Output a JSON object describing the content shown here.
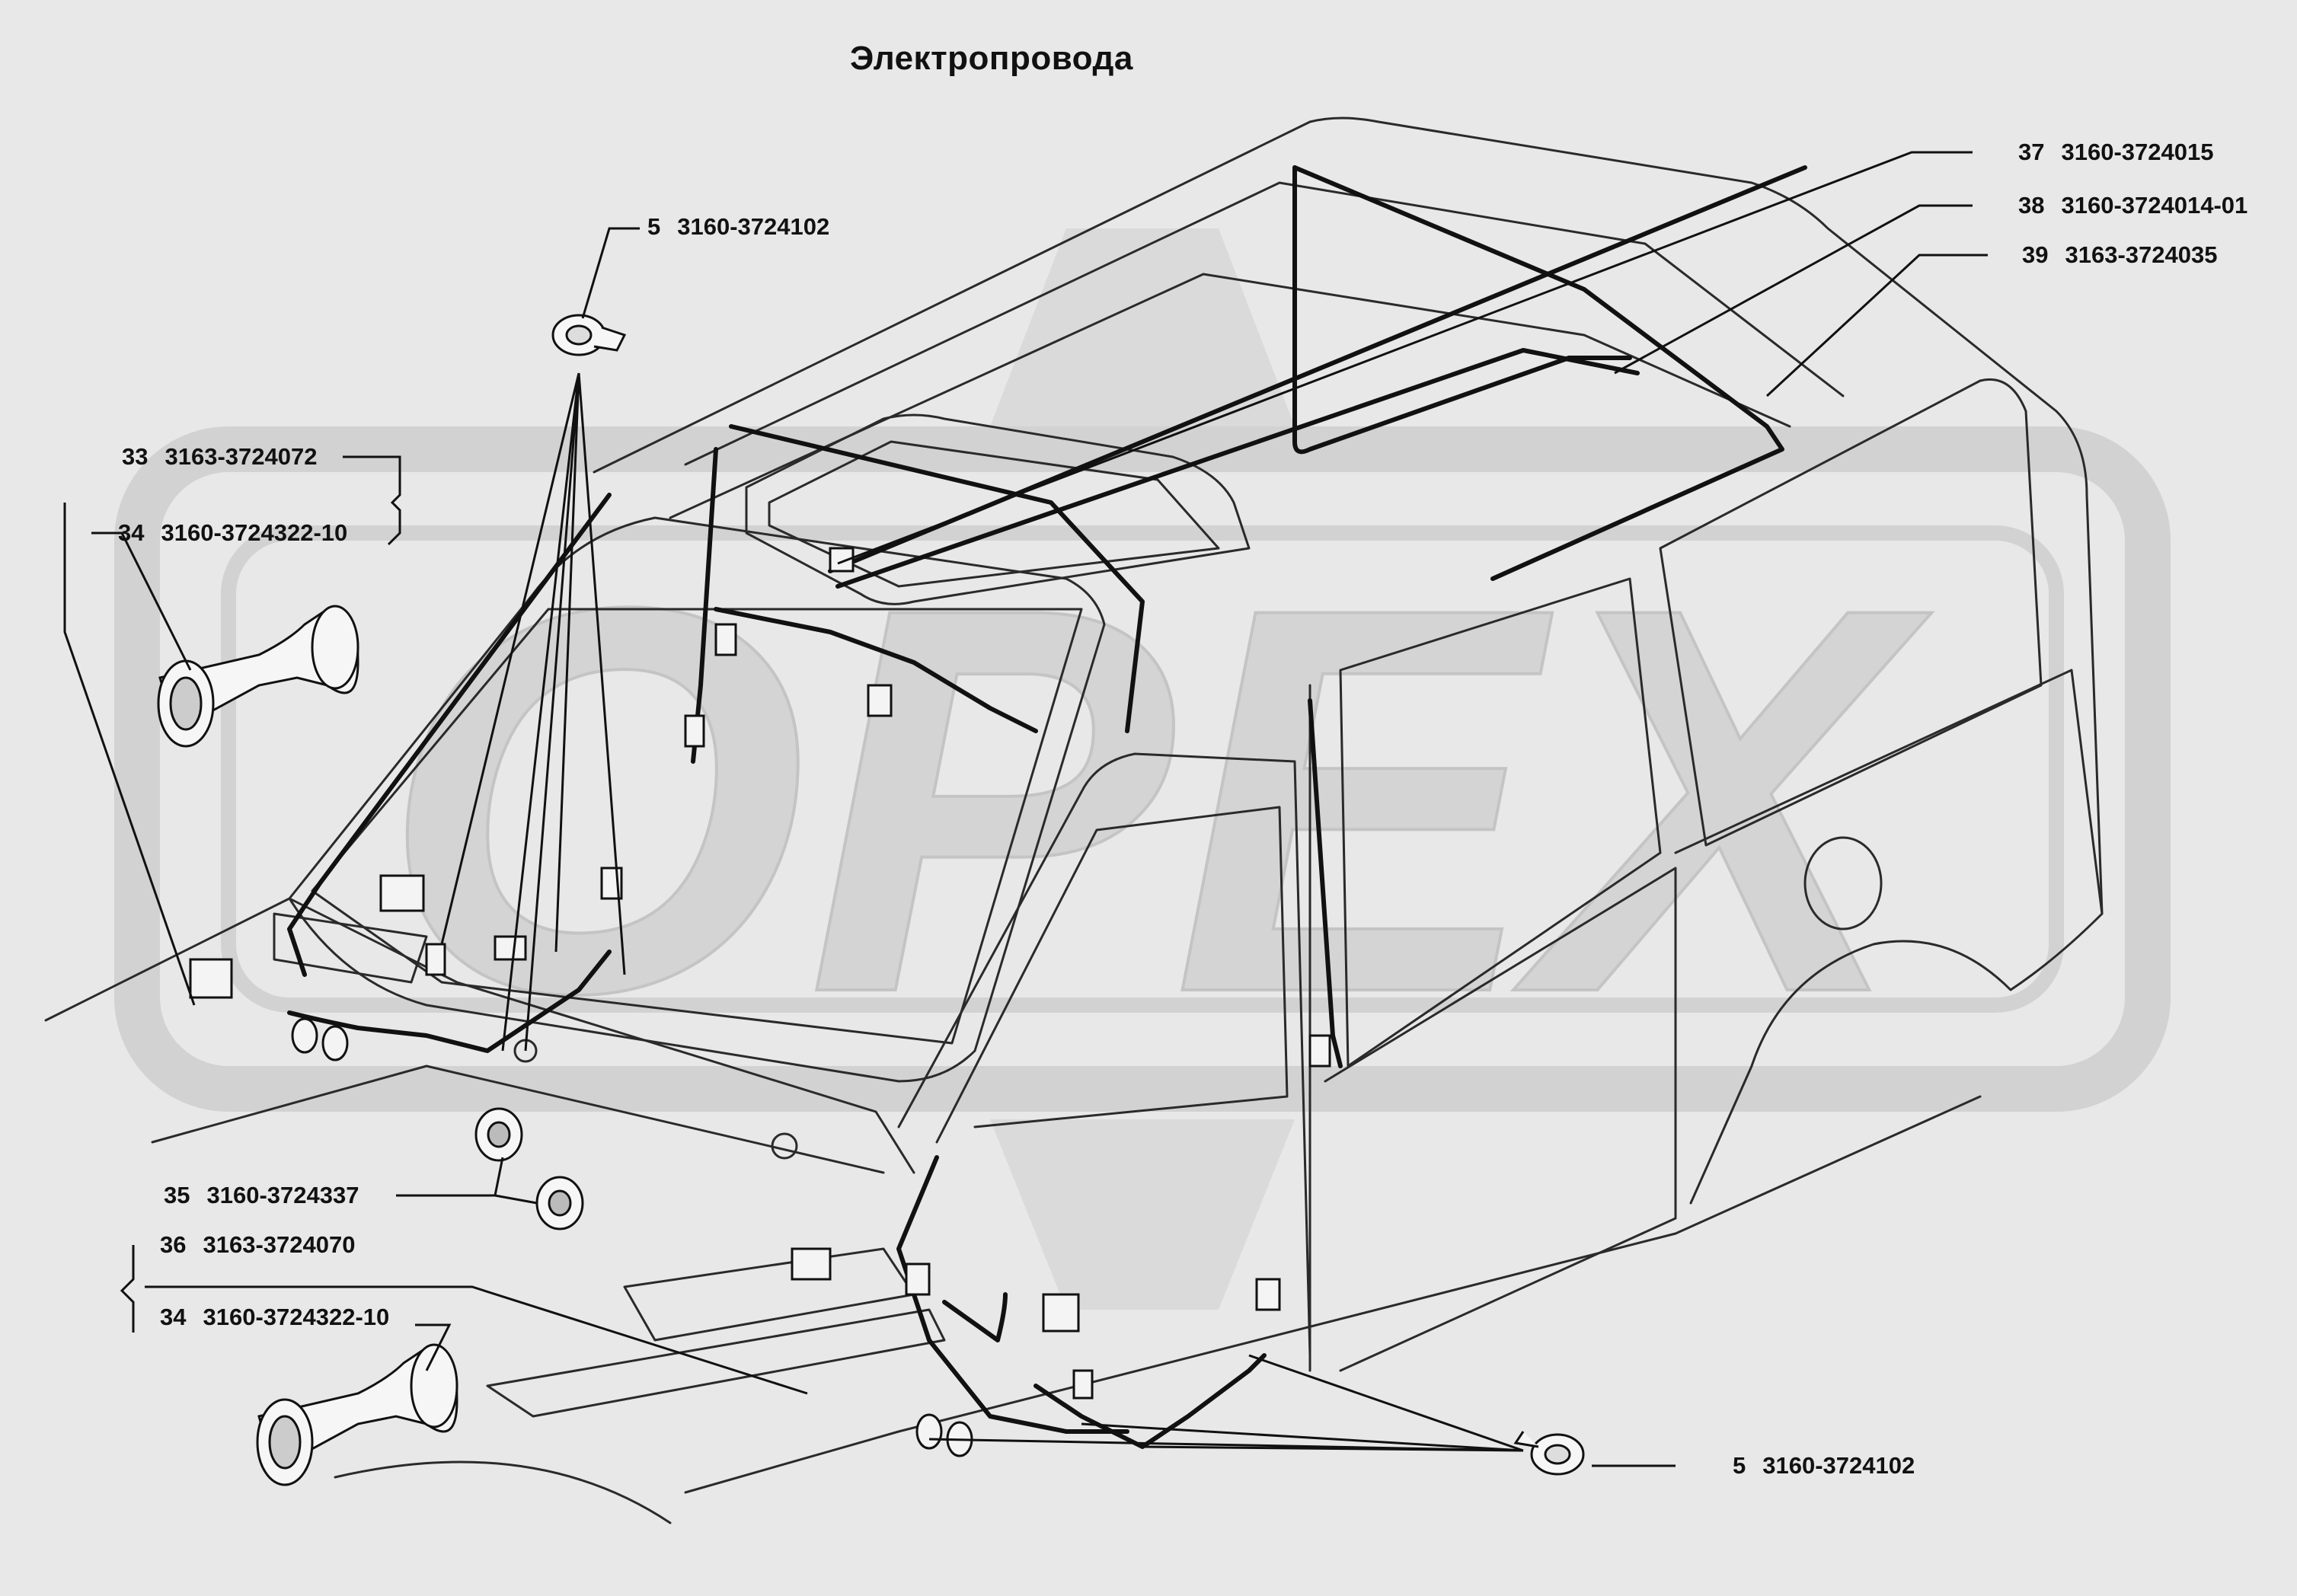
{
  "title": "Электропровода",
  "watermark": {
    "text": "OPEX"
  },
  "callouts": [
    {
      "num": "5",
      "part": "3160-3724102"
    },
    {
      "num": "37",
      "part": "3160-3724015"
    },
    {
      "num": "38",
      "part": "3160-3724014-01"
    },
    {
      "num": "39",
      "part": "3163-3724035"
    },
    {
      "num": "33",
      "part": "3163-3724072"
    },
    {
      "num": "34",
      "part": "3160-3724322-10"
    },
    {
      "num": "35",
      "part": "3160-3724337"
    },
    {
      "num": "36",
      "part": "3163-3724070"
    },
    {
      "num": "34",
      "part": "3160-3724322-10"
    },
    {
      "num": "5",
      "part": "3160-3724102"
    }
  ],
  "colors": {
    "background": "#e8e8e8",
    "line": "#2a2a2a",
    "watermark": "#cfcfcf",
    "wire": "#111111"
  }
}
